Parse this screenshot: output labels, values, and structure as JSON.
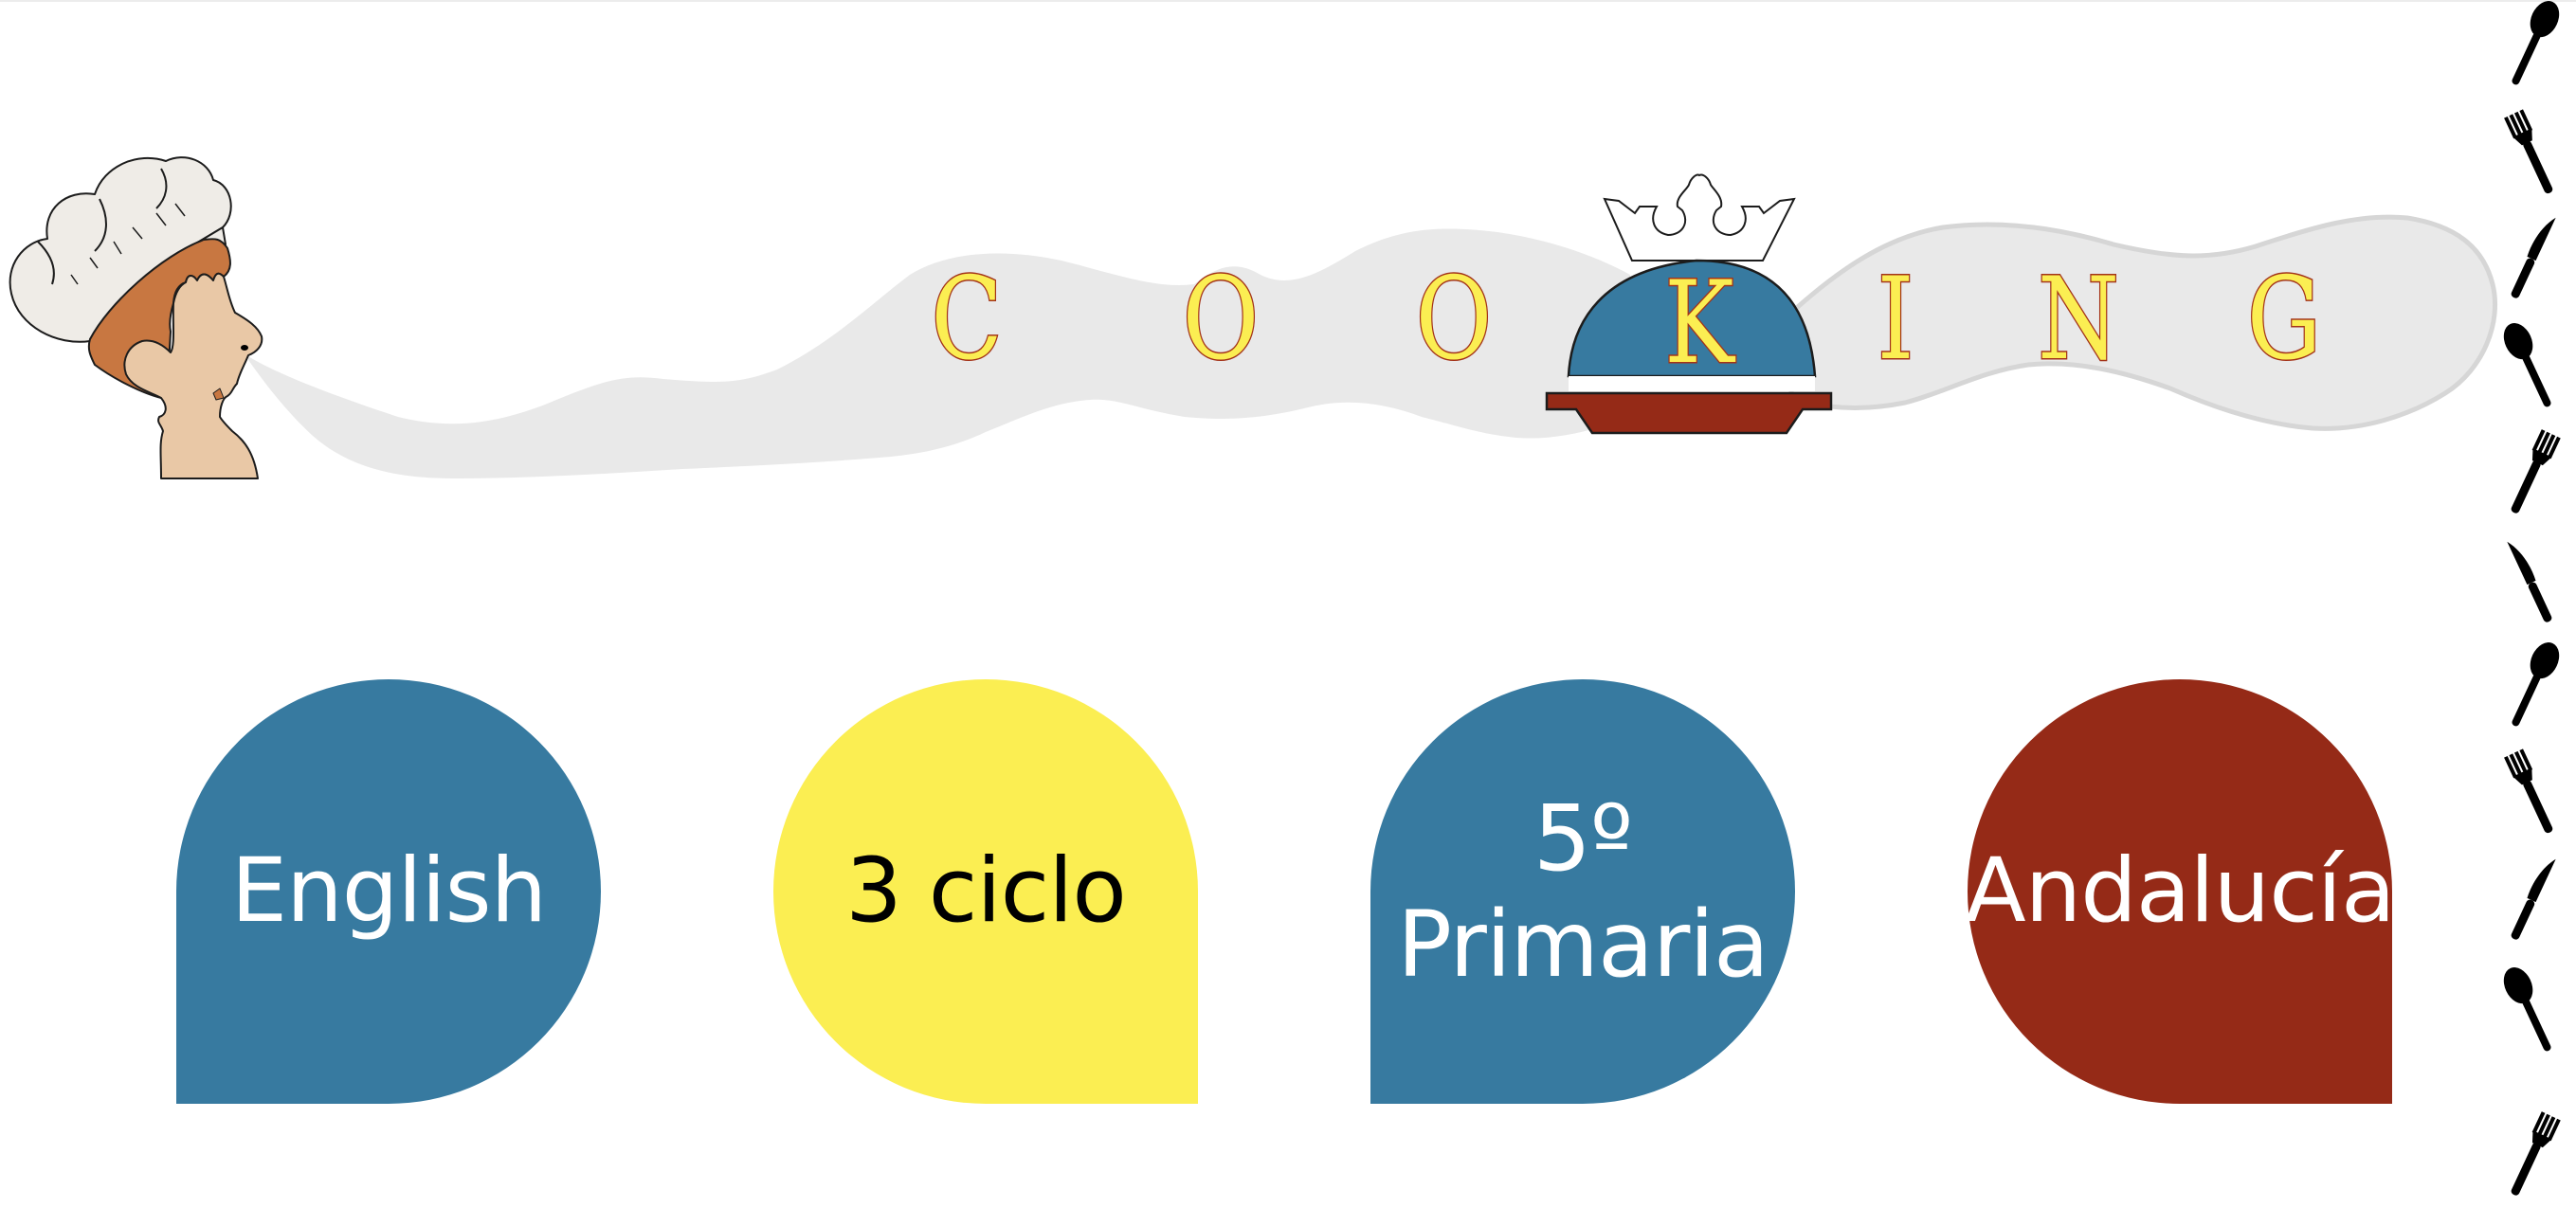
{
  "header": {
    "title_letters": [
      "C",
      "O",
      "O",
      "K",
      "I",
      "N",
      "G"
    ],
    "title_word": "COOKING",
    "illustration": {
      "chef": "chef-blowing-smoke",
      "cloche": "crowned-serving-cloche"
    }
  },
  "tiles": [
    {
      "label": "English",
      "lines": [
        "English"
      ],
      "color": "#377aa0",
      "text_color": "#ffffff"
    },
    {
      "label": "3 ciclo",
      "lines": [
        "3 ciclo"
      ],
      "color": "#fbee52",
      "text_color": "#000000"
    },
    {
      "label": "5º Primaria",
      "lines": [
        "5º",
        "Primaria"
      ],
      "color": "#377aa0",
      "text_color": "#ffffff"
    },
    {
      "label": "Andalucía",
      "lines": [
        "Andalucía"
      ],
      "color": "#952a17",
      "text_color": "#ffffff"
    }
  ],
  "utensil_border": [
    "spoon",
    "fork",
    "knife",
    "spoon",
    "fork",
    "knife",
    "spoon",
    "fork",
    "knife",
    "spoon",
    "fork"
  ],
  "colors": {
    "blue": "#377aa0",
    "yellow": "#fbee52",
    "red": "#952a17",
    "smoke": "#e9e9e9",
    "letter_fill": "#fbee52",
    "letter_stroke": "#a33218"
  }
}
